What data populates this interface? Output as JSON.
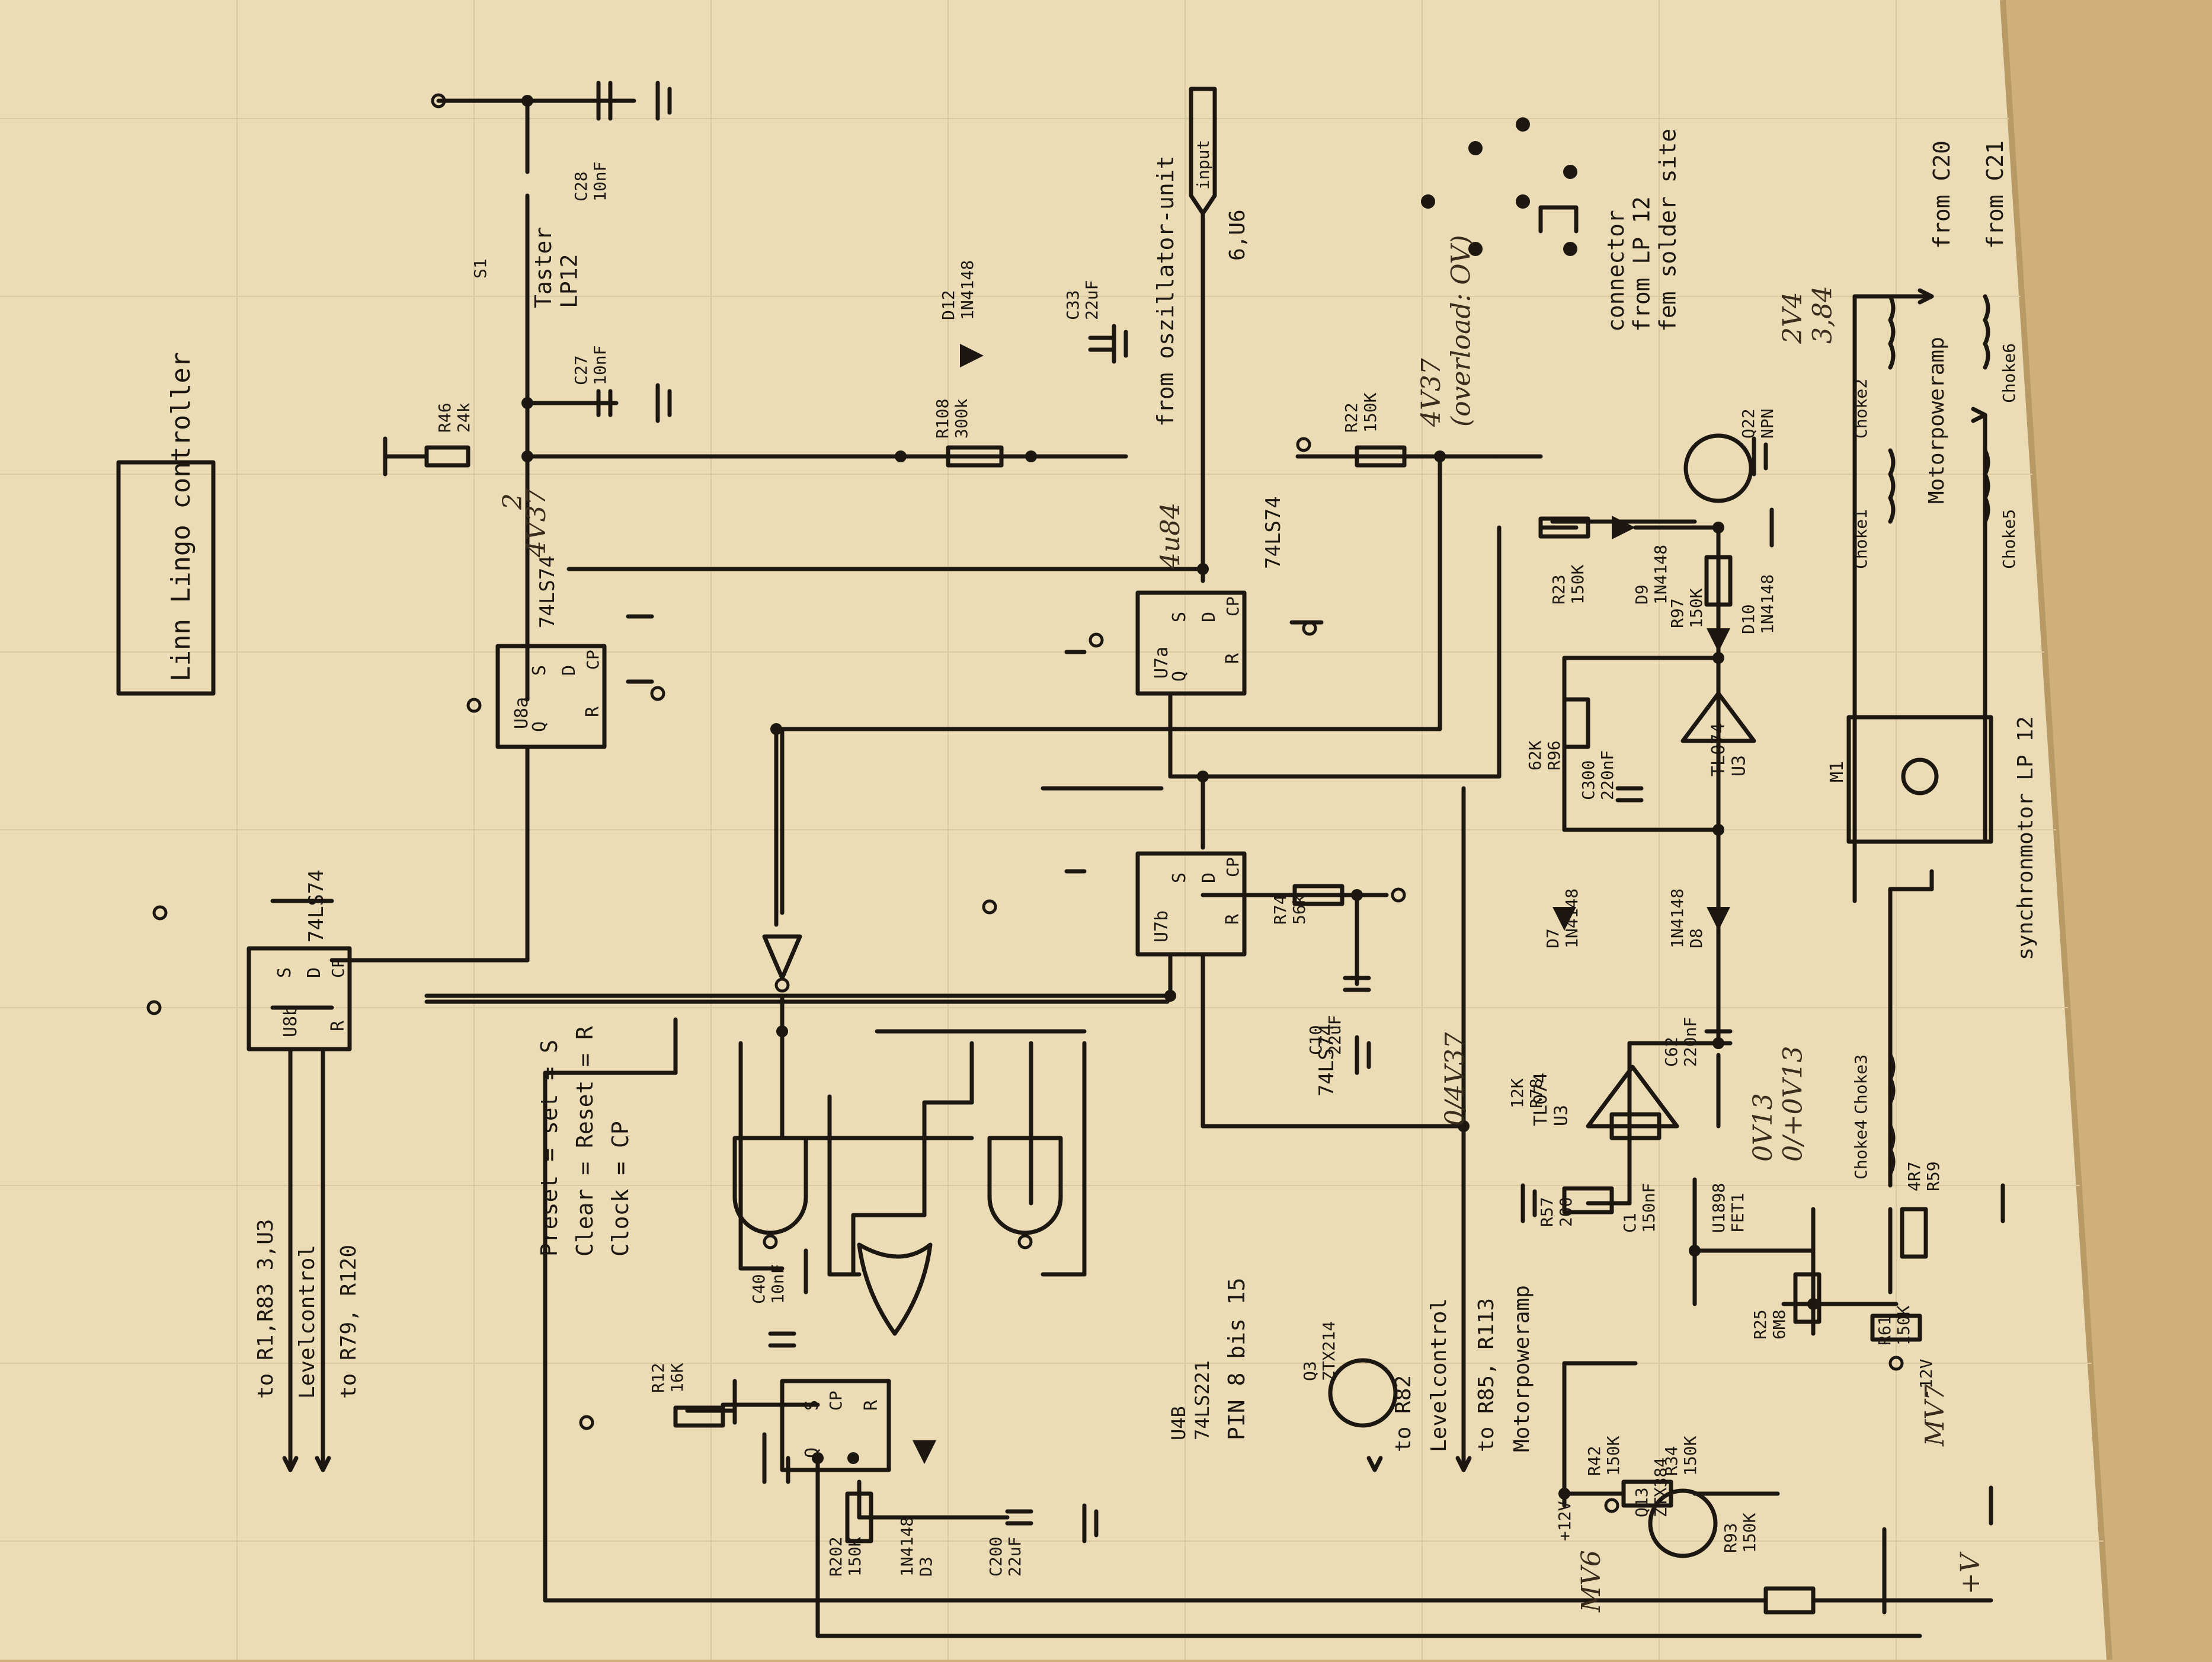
{
  "title": "Linn Lingo controller",
  "notes": {
    "preset": "Preset = set = S",
    "clear": "Clear = Reset = R",
    "clock": "Clock = CP"
  },
  "u4b": {
    "name": "U4B",
    "type": "74LS221",
    "pins": "PIN 8 bis 15"
  },
  "flipflops": {
    "u8a": {
      "name": "U8a",
      "type": "74LS74"
    },
    "u8b": {
      "name": "U8b",
      "type": "74LS74"
    },
    "u7a": {
      "name": "U7a",
      "type": "74LS74"
    },
    "u7b": {
      "name": "U7b",
      "type": "74LS74"
    }
  },
  "components": {
    "r46": "R46\n24k",
    "c27": "C27\n10nF",
    "c28": "C28\n10nF",
    "s1": "S1",
    "taster": "Taster\nLP12",
    "d12": "D12\n1N4148",
    "c33": "C33\n22uF",
    "r108": "R108\n300k",
    "r22": "R22\n150K",
    "q22": "Q22\nNPN",
    "r23": "R23\n150K",
    "d9": "D9\n1N4148",
    "r97": "R97\n150K",
    "d10": "D10\n1N4148",
    "r96": "62K\nR96",
    "c300": "C300\n220nF",
    "tl074a": "TL074\nU3",
    "d7": "D7\n1N4148",
    "d8": "1N4148\nD8",
    "r74": "R74\n56k",
    "c10": "C10\n22uF",
    "c62": "C62\n220nF",
    "r78": "12K\nR78",
    "r57": "R57\n200",
    "tl074b": "TL074\nU3",
    "c1": "C1\n150nF",
    "fet1": "U1898\nFET1",
    "r25": "R25\n6M8",
    "q3": "Q3\nZTX214",
    "r61": "R61\n150K",
    "r42": "R42\n150K",
    "r34": "R34\n150K",
    "q13": "Q13\nZTX384",
    "r93": "R93\n150K",
    "r12": "R12\n16K",
    "c40": "C40\n10nF",
    "r202": "R202\n150K",
    "d3": "1N4148\nD3",
    "c200": "C200\n22uF",
    "r59": "4R7\nR59",
    "m1": "M1",
    "choke1": "Choke1",
    "choke2": "Choke2",
    "choke3": "Choke3",
    "choke4": "Choke4",
    "choke5": "Choke5",
    "choke6": "Choke6",
    "motorpoweramp": "Motorpoweramp",
    "synchronmotor": "synchronmotor LP 12"
  },
  "labels": {
    "to_r1": "to R1,R83 3,U3",
    "levelcontrol": "Levelcontrol",
    "to_r79": "to R79, R120",
    "to_r82": "to R82",
    "levelcontrol2": "Levelcontrol",
    "to_r85": "to R85, R113",
    "motorpoweramp2": "Motorpoweramp",
    "from_osc": "from oszillator-unit",
    "input": "input",
    "input_pin": "6,U6",
    "connector": "connector\nfrom LP 12\nfem solder site",
    "from_c20": "from C20",
    "from_c21": "from C21",
    "plus12v": "+12V",
    "minus12v": "-12V"
  },
  "handwritten": {
    "h1": "4V37",
    "h2": "4V37\n(overload: OV)",
    "h3": "4u84",
    "h4": "0/4V37",
    "h5": "2V4\n3,84",
    "h6": "2",
    "h7": "0V13\n0/+0V13",
    "h8": "+V",
    "h9": "MV6",
    "h10": "MV7"
  }
}
